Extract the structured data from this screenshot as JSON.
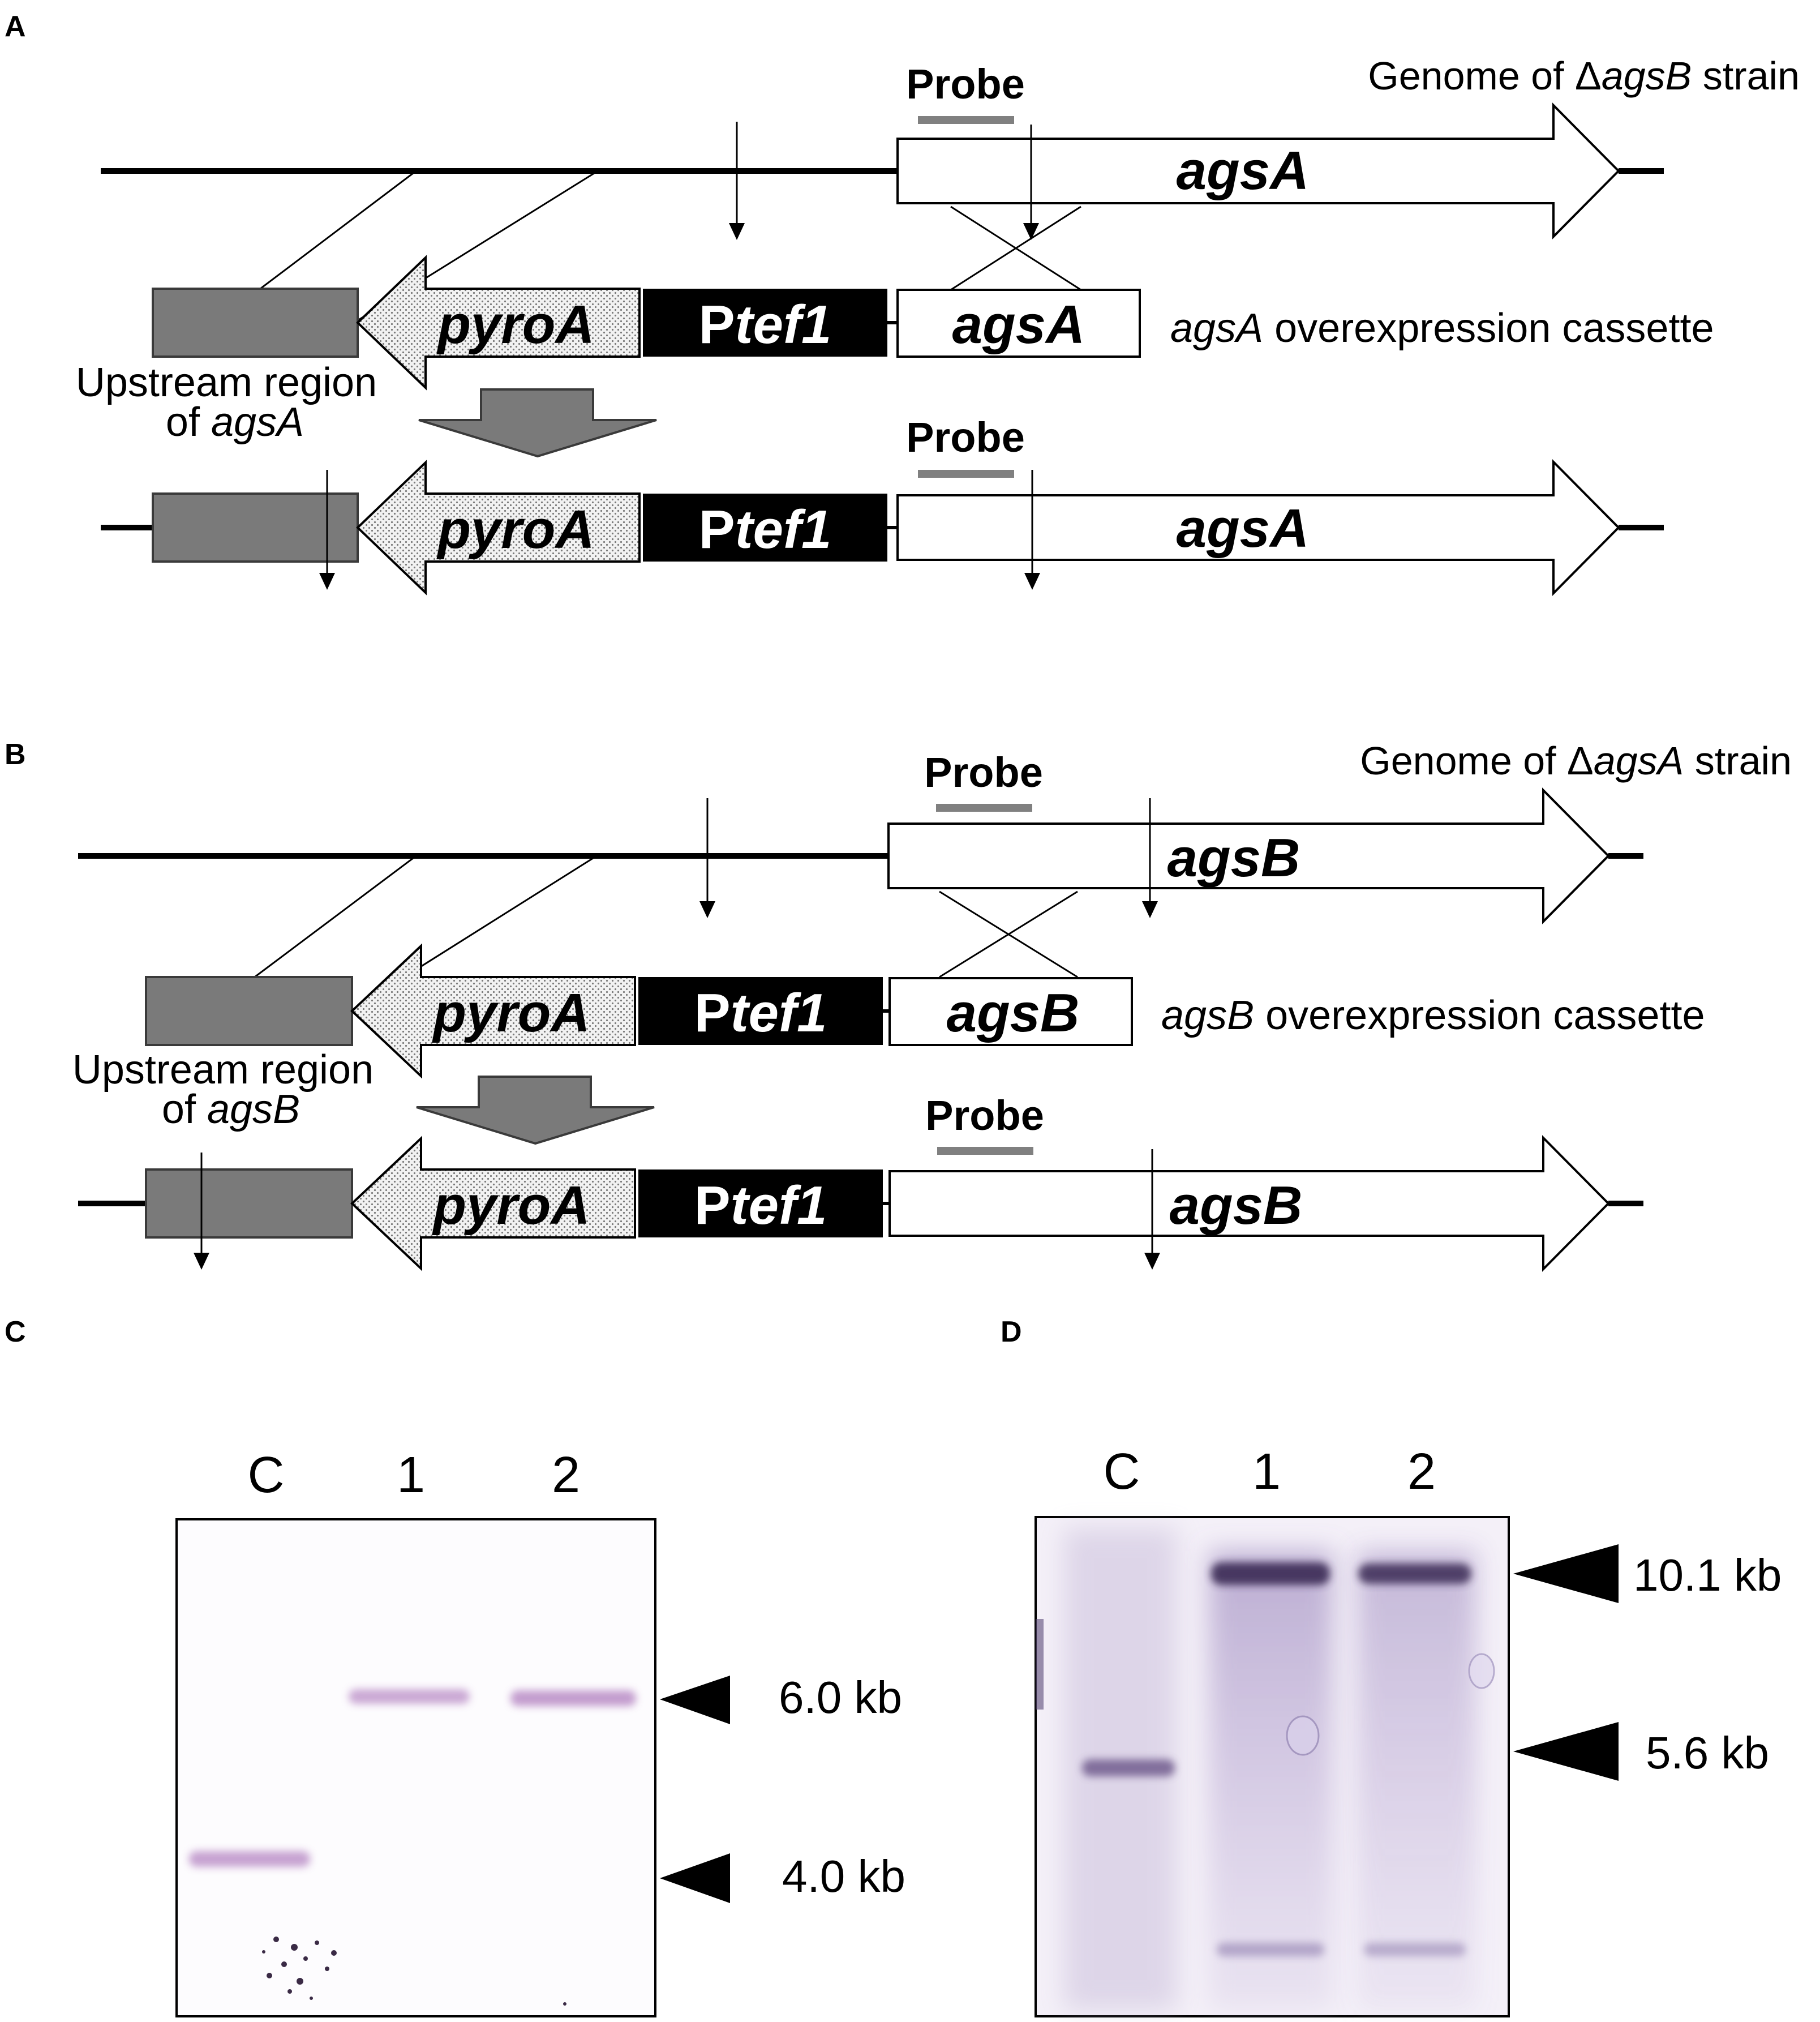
{
  "panels": {
    "A": {
      "letter": "A",
      "genome_label_pre": "Genome of Δ",
      "genome_label_gene": "agsB",
      "genome_label_post": " strain",
      "probe_top": "Probe",
      "probe_bottom": "Probe",
      "gene_top": "agsA",
      "pyroA": "pyroA",
      "ptef_p": "P",
      "ptef_rest": "tef1",
      "cassette_gene": "agsA",
      "cassette_label_gene": "agsA",
      "cassette_label_rest": " overexpression cassette",
      "upstream_line1": "Upstream region",
      "upstream_line2_pre": "of ",
      "upstream_line2_gene": "agsA",
      "bottom_pyroA": "pyroA",
      "bottom_ptef_p": "P",
      "bottom_ptef_rest": "tef1",
      "bottom_gene": "agsA"
    },
    "B": {
      "letter": "B",
      "genome_label_pre": "Genome of Δ",
      "genome_label_gene": "agsA",
      "genome_label_post": " strain",
      "probe_top": "Probe",
      "probe_bottom": "Probe",
      "gene_top": "agsB",
      "pyroA": "pyroA",
      "ptef_p": "P",
      "ptef_rest": "tef1",
      "cassette_gene": "agsB",
      "cassette_label_gene": "agsB",
      "cassette_label_rest": " overexpression cassette",
      "upstream_line1": "Upstream region",
      "upstream_line2_pre": "of ",
      "upstream_line2_gene": "agsB",
      "bottom_pyroA": "pyroA",
      "bottom_ptef_p": "P",
      "bottom_ptef_rest": "tef1",
      "bottom_gene": "agsB"
    },
    "C": {
      "letter": "C",
      "lanes": [
        "C",
        "1",
        "2"
      ],
      "markers": [
        "6.0 kb",
        "4.0 kb"
      ]
    },
    "D": {
      "letter": "D",
      "lanes": [
        "C",
        "1",
        "2"
      ],
      "markers": [
        "10.1 kb",
        "5.6 kb"
      ]
    }
  },
  "colors": {
    "gray_box": "#7a7a7a",
    "probe_bar": "#808080",
    "blot_band": "#b98cc6",
    "blot_dark_band": "#3a2a55"
  }
}
